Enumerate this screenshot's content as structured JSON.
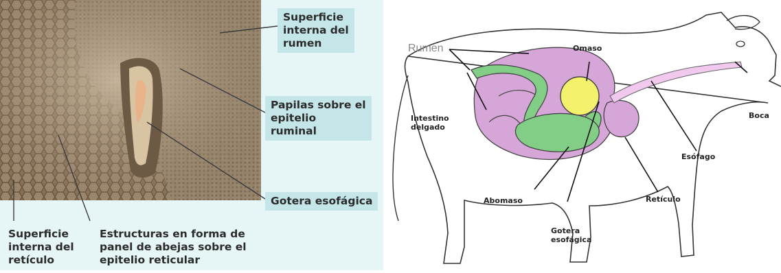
{
  "photo_labels": {
    "rumen_surface": "Superficie\ninterna del\nrumen",
    "papillae": "Papilas sobre el\nepitelio\nruminal",
    "esophageal_groove": "Gotera esofágica",
    "reticulum_surface": "Superficie\ninterna del\nretículo",
    "honeycomb": "Estructuras en forma de\npanel de abejas sobre el\nepitelio reticular"
  },
  "diagram_labels": {
    "rumen": "Rumen",
    "omaso": "Omaso",
    "intestine": "Intestino\ndelgado",
    "boca": "Boca",
    "esofago": "Esófago",
    "abomaso": "Abomaso",
    "reticulo": "Retículo",
    "gotera": "Gotera\nesofágica"
  },
  "colors": {
    "panel_bg": "#e6f6f7",
    "label_bg": "#c4e6e9",
    "rumen_fill": "#d6a6d8",
    "intestine_fill": "#82ce86",
    "omaso_fill": "#f4f26c",
    "esophagus_fill": "#f2c9ee"
  }
}
